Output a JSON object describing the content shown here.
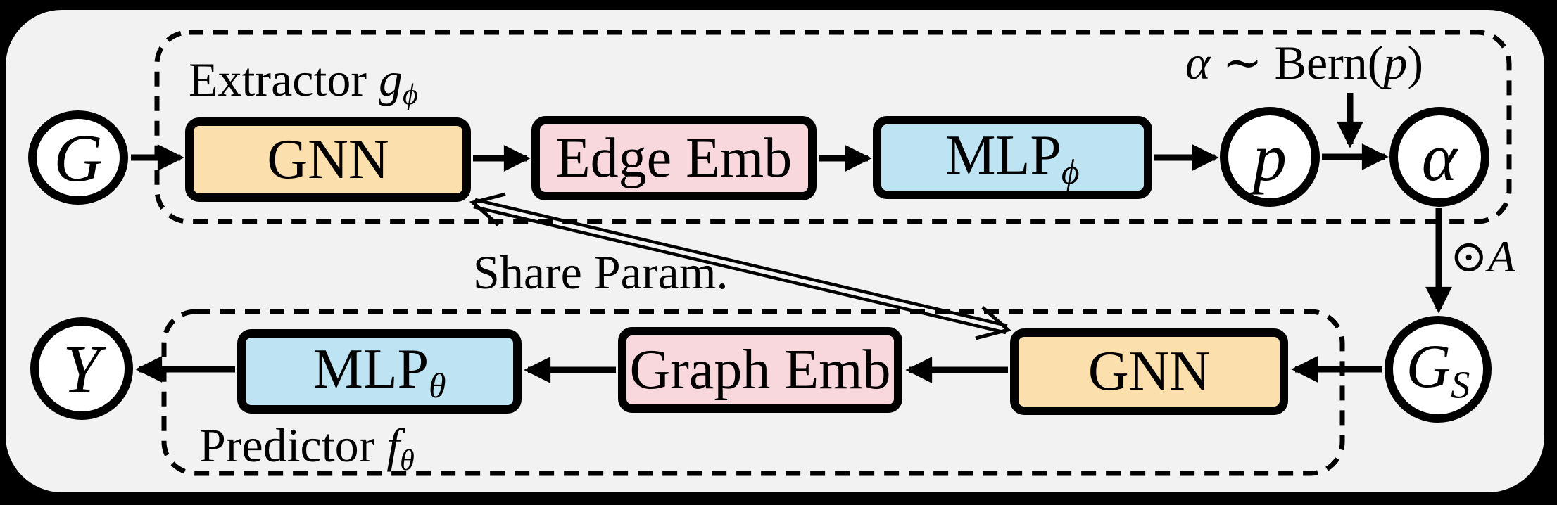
{
  "diagram": {
    "nodes": {
      "g": {
        "label": "G"
      },
      "y": {
        "label": "Y"
      },
      "p": {
        "label": "p"
      },
      "alpha": {
        "label": "α"
      },
      "gs": {
        "symbol": "G",
        "subscript": "S"
      }
    },
    "boxes": {
      "gnn_top": {
        "label": "GNN"
      },
      "edge_emb": {
        "label": "Edge Emb"
      },
      "mlp_phi": {
        "label": "MLP",
        "subscript": "ϕ"
      },
      "gnn_bottom": {
        "label": "GNN"
      },
      "graph_emb": {
        "label": "Graph Emb"
      },
      "mlp_theta": {
        "label": "MLP",
        "subscript": "θ"
      }
    },
    "groups": {
      "extractor": {
        "prefix": "Extractor ",
        "symbol": "g",
        "subscript": "ϕ"
      },
      "predictor": {
        "prefix": "Predictor ",
        "symbol": "f",
        "subscript": "θ"
      }
    },
    "annotations": {
      "bern": {
        "alpha": "α",
        "relation": " ∼ Bern(",
        "arg": "p",
        "close": ")"
      },
      "odot": {
        "operator": "⊙",
        "operand": "A"
      },
      "share": {
        "label": "Share Param."
      }
    },
    "colors": {
      "gnn_fill": "#FBDFAD",
      "emb_fill": "#F9D8DD",
      "mlp_fill": "#BEE3F2",
      "node_fill": "#FFFFFF",
      "canvas_fill": "#F2F2F2",
      "line": "#000000"
    }
  }
}
